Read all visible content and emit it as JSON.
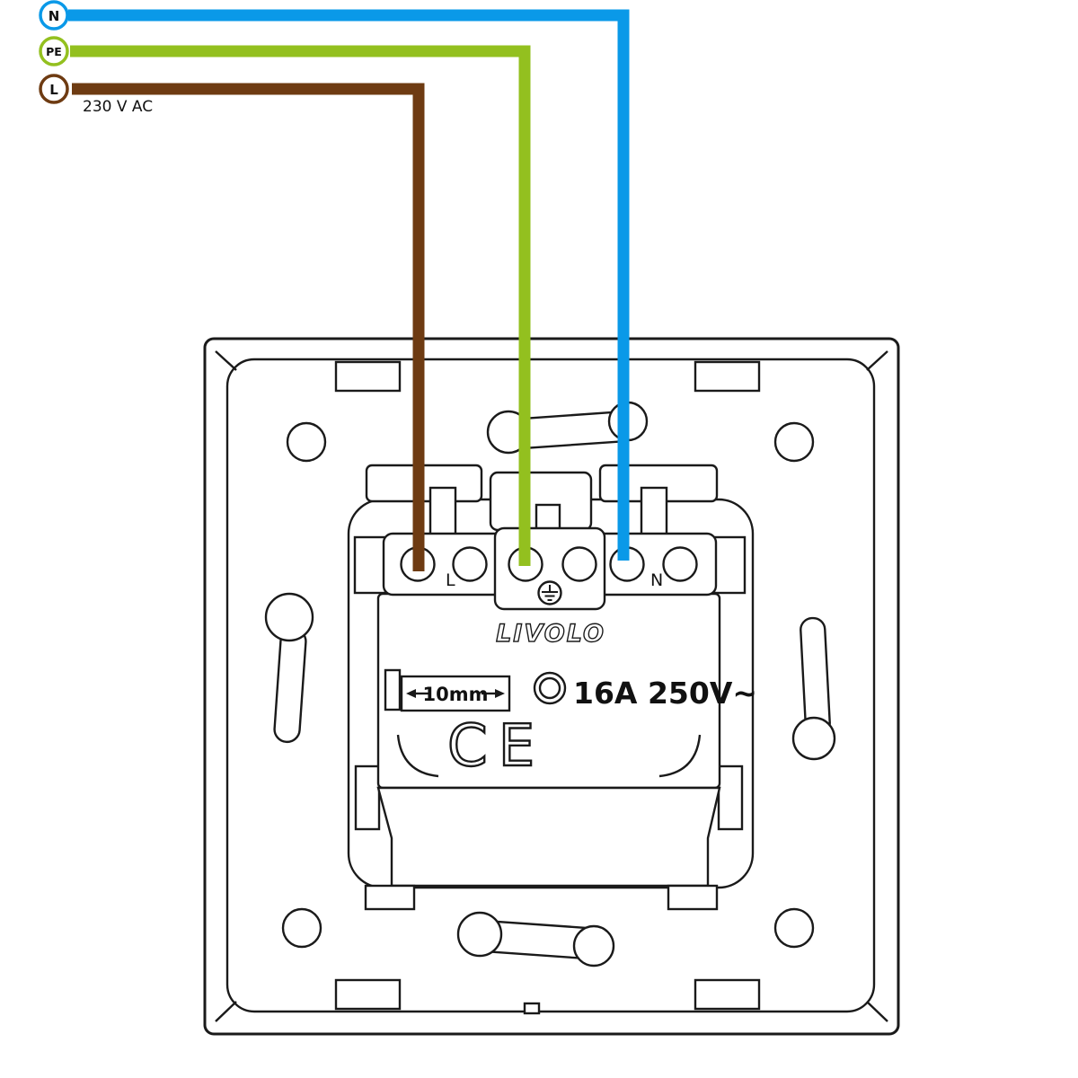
{
  "legend": {
    "n": {
      "label": "N",
      "color": "#0a99e8"
    },
    "pe": {
      "label": "PE",
      "color": "#93c01f"
    },
    "l": {
      "label": "L",
      "color": "#6e3b12"
    },
    "voltage": "230 V AC"
  },
  "device": {
    "brand": "LIVOLO",
    "terminal_l_label": "L",
    "terminal_n_label": "N",
    "strip_gauge_label": "10mm",
    "rating_label": "16A 250V~",
    "ce_label": "CE"
  }
}
